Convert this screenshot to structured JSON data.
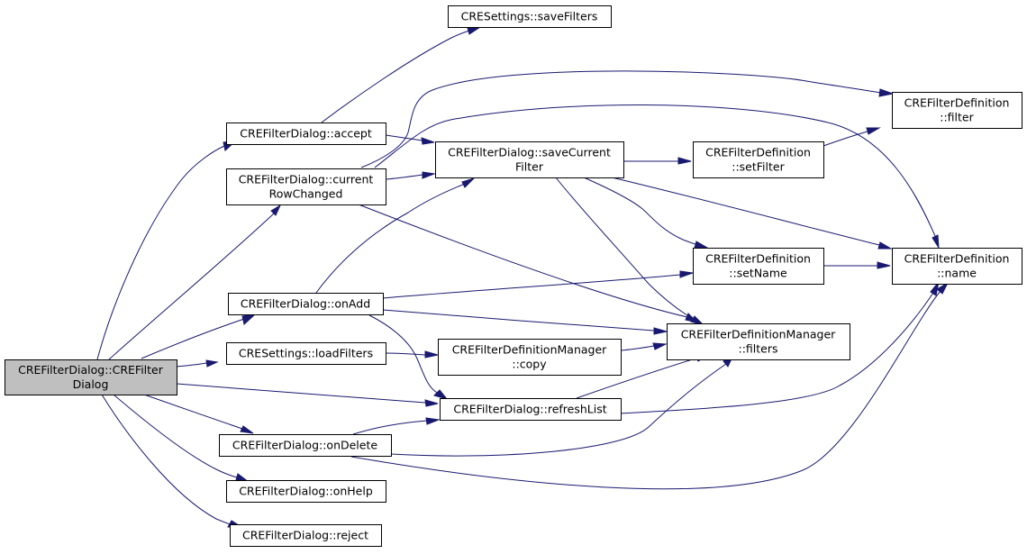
{
  "diagram": {
    "type": "call-graph",
    "colors": {
      "edge": "#191970",
      "root_fill": "#bfbfbf",
      "node_fill": "#ffffff",
      "border": "#000000"
    },
    "nodes": [
      {
        "id": "ctor",
        "lines": [
          "CREFilterDialog::CREFilter",
          "Dialog"
        ],
        "root": true
      },
      {
        "id": "saveFilters",
        "lines": [
          "CRESettings::saveFilters"
        ]
      },
      {
        "id": "accept",
        "lines": [
          "CREFilterDialog::accept"
        ]
      },
      {
        "id": "currentRowChanged",
        "lines": [
          "CREFilterDialog::current",
          "RowChanged"
        ]
      },
      {
        "id": "onAdd",
        "lines": [
          "CREFilterDialog::onAdd"
        ]
      },
      {
        "id": "loadFilters",
        "lines": [
          "CRESettings::loadFilters"
        ]
      },
      {
        "id": "onDelete",
        "lines": [
          "CREFilterDialog::onDelete"
        ]
      },
      {
        "id": "onHelp",
        "lines": [
          "CREFilterDialog::onHelp"
        ]
      },
      {
        "id": "reject",
        "lines": [
          "CREFilterDialog::reject"
        ]
      },
      {
        "id": "saveCurrentFilter",
        "lines": [
          "CREFilterDialog::saveCurrent",
          "Filter"
        ]
      },
      {
        "id": "copy",
        "lines": [
          "CREFilterDefinitionManager",
          "::copy"
        ]
      },
      {
        "id": "refreshList",
        "lines": [
          "CREFilterDialog::refreshList"
        ]
      },
      {
        "id": "setFilter",
        "lines": [
          "CREFilterDefinition",
          "::setFilter"
        ]
      },
      {
        "id": "setName",
        "lines": [
          "CREFilterDefinition",
          "::setName"
        ]
      },
      {
        "id": "filters",
        "lines": [
          "CREFilterDefinitionManager",
          "::filters"
        ]
      },
      {
        "id": "filter",
        "lines": [
          "CREFilterDefinition",
          "::filter"
        ]
      },
      {
        "id": "name",
        "lines": [
          "CREFilterDefinition",
          "::name"
        ]
      }
    ],
    "edges": [
      [
        "ctor",
        "accept"
      ],
      [
        "ctor",
        "currentRowChanged"
      ],
      [
        "ctor",
        "onAdd"
      ],
      [
        "ctor",
        "loadFilters"
      ],
      [
        "ctor",
        "refreshList"
      ],
      [
        "ctor",
        "onDelete"
      ],
      [
        "ctor",
        "onHelp"
      ],
      [
        "ctor",
        "reject"
      ],
      [
        "accept",
        "saveFilters"
      ],
      [
        "accept",
        "saveCurrentFilter"
      ],
      [
        "currentRowChanged",
        "filter"
      ],
      [
        "currentRowChanged",
        "name"
      ],
      [
        "currentRowChanged",
        "saveCurrentFilter"
      ],
      [
        "currentRowChanged",
        "filters"
      ],
      [
        "onAdd",
        "saveCurrentFilter"
      ],
      [
        "onAdd",
        "setName"
      ],
      [
        "onAdd",
        "filters"
      ],
      [
        "onAdd",
        "refreshList"
      ],
      [
        "loadFilters",
        "copy"
      ],
      [
        "copy",
        "filters"
      ],
      [
        "saveCurrentFilter",
        "setFilter"
      ],
      [
        "saveCurrentFilter",
        "setName"
      ],
      [
        "saveCurrentFilter",
        "filters"
      ],
      [
        "saveCurrentFilter",
        "name"
      ],
      [
        "setFilter",
        "filter"
      ],
      [
        "setName",
        "name"
      ],
      [
        "refreshList",
        "filters"
      ],
      [
        "refreshList",
        "name"
      ],
      [
        "onDelete",
        "refreshList"
      ],
      [
        "onDelete",
        "filters"
      ],
      [
        "onDelete",
        "name"
      ]
    ]
  }
}
